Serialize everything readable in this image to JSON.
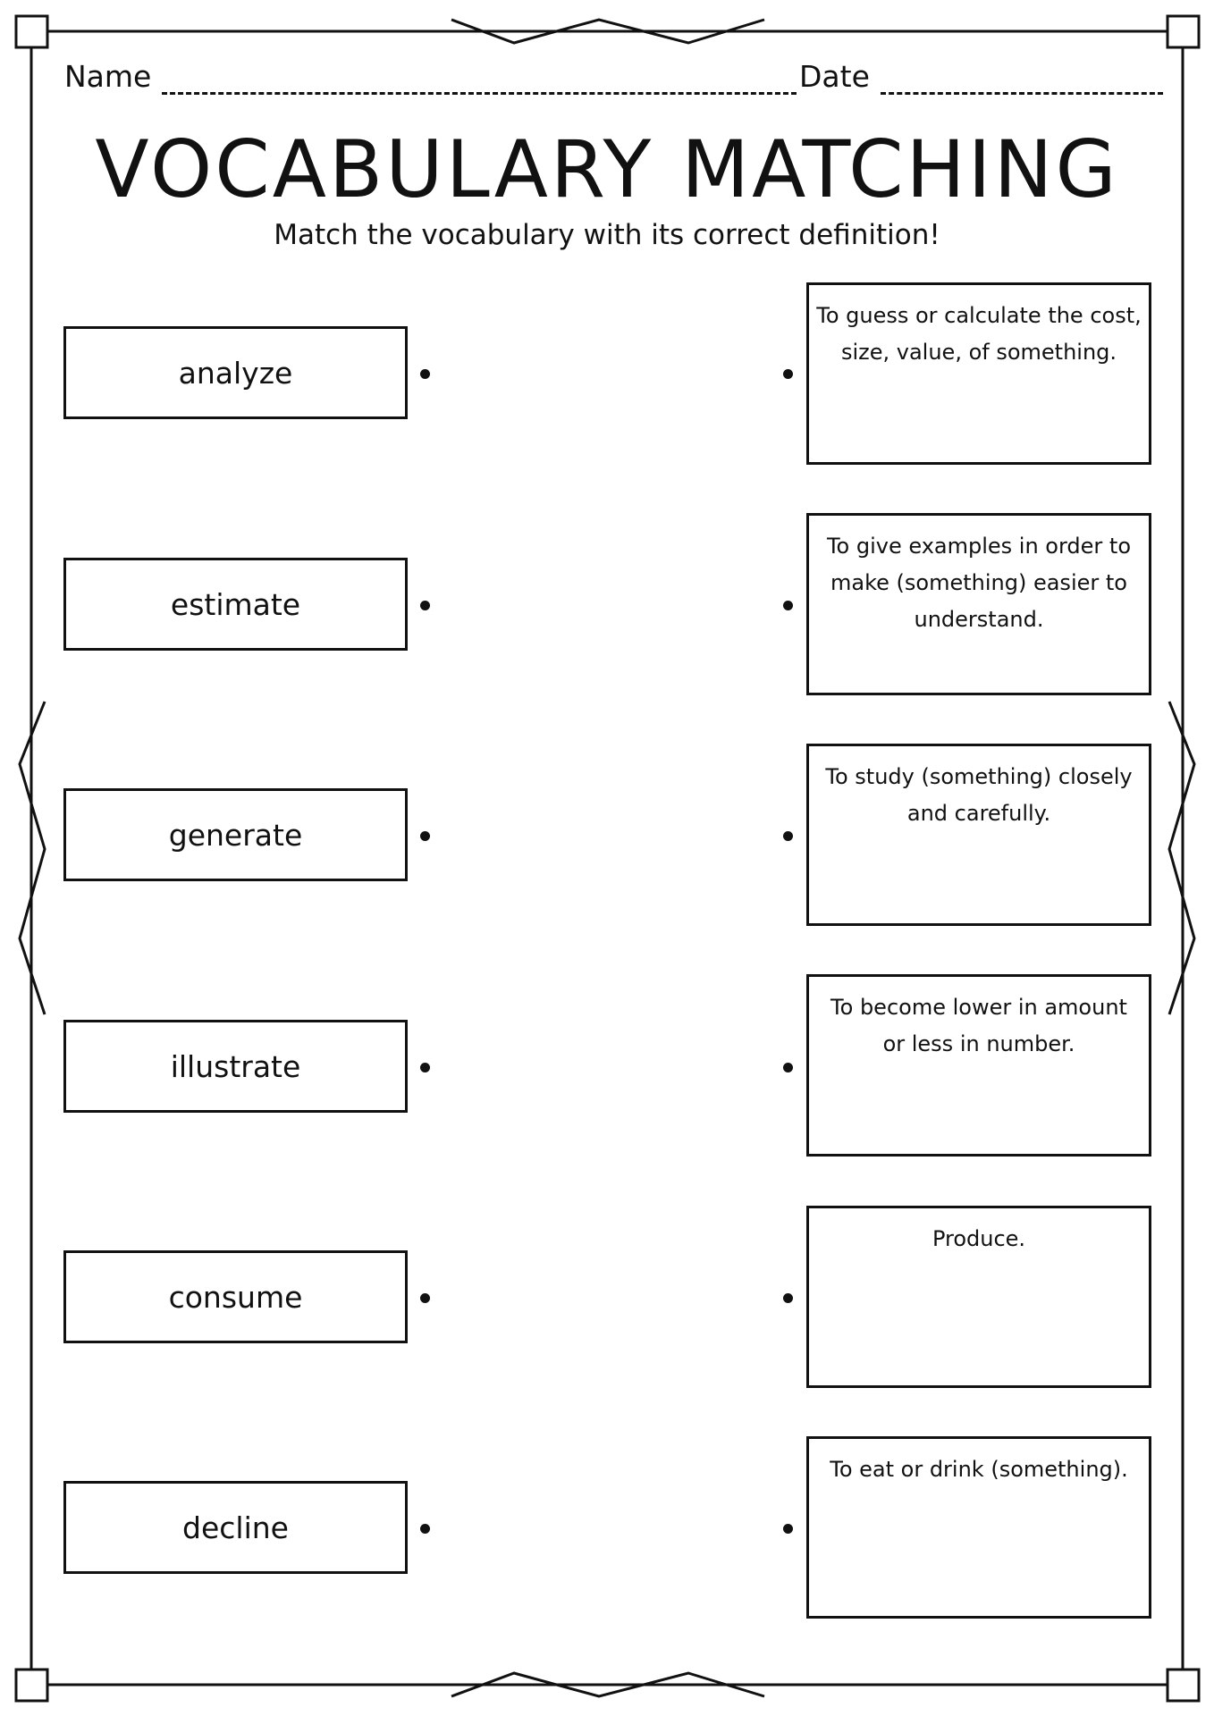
{
  "header": {
    "name_label": "Name",
    "date_label": "Date"
  },
  "title": "VOCABULARY MATCHING",
  "subtitle": "Match the vocabulary with its correct definition!",
  "words": [
    "analyze",
    "estimate",
    "generate",
    "illustrate",
    "consume",
    "decline"
  ],
  "definitions": [
    "To guess or calculate the cost, size, value, of something.",
    "To give examples in order to make (something) easier to understand.",
    "To study (something) closely and carefully.",
    "To become lower in amount or less in number.",
    "Produce.",
    "To eat or drink (something)."
  ]
}
